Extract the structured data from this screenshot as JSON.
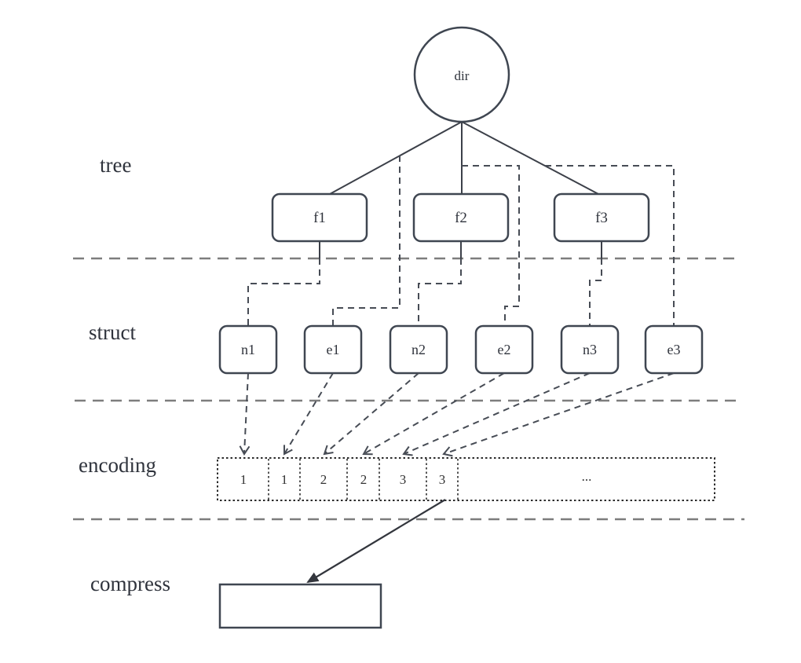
{
  "figure": {
    "background": "#ffffff",
    "layer_labels": {
      "tree": "tree",
      "struct": "struct",
      "encoding": "encoding",
      "compress": "compress"
    },
    "root_node": {
      "label": "dir"
    },
    "tree_nodes": [
      {
        "label": "f1"
      },
      {
        "label": "f2"
      },
      {
        "label": "f3"
      }
    ],
    "struct_nodes": [
      {
        "label": "n1"
      },
      {
        "label": "e1"
      },
      {
        "label": "n2"
      },
      {
        "label": "e2"
      },
      {
        "label": "n3"
      },
      {
        "label": "e3"
      }
    ],
    "encoding_cells": [
      {
        "label": "1"
      },
      {
        "label": "1"
      },
      {
        "label": "2"
      },
      {
        "label": "2"
      },
      {
        "label": "3"
      },
      {
        "label": "3"
      },
      {
        "label": "..."
      }
    ],
    "compress_box_label": "",
    "colors": {
      "node_border": "#3f4651",
      "solid_line": "#3c4049",
      "dashed_line": "#474c55",
      "layer_divider": "#7d7d7d",
      "encoding_border": "#2b2b2b",
      "text": "#2f333c",
      "background": "#ffffff"
    }
  }
}
